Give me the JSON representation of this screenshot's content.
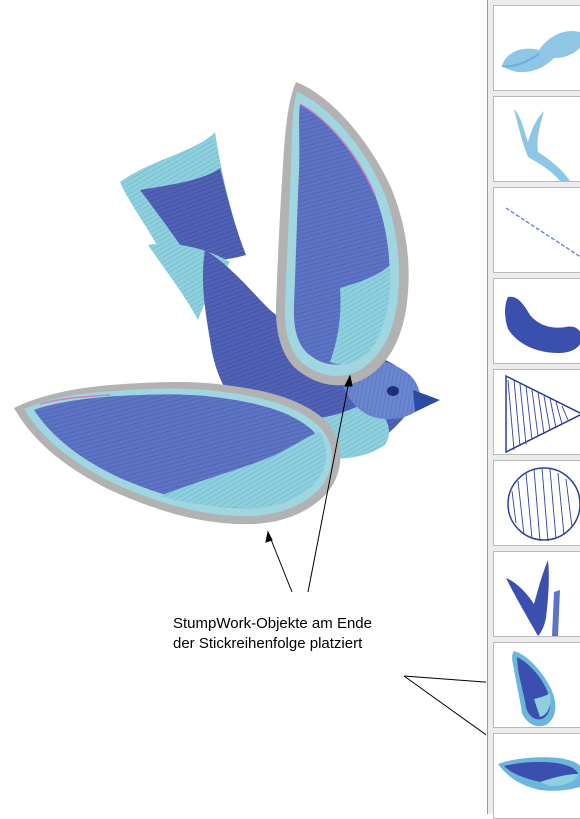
{
  "callout": {
    "line1": "StumpWork-Objekte am Ende",
    "line2": "der Stickreihenfolge platziert"
  },
  "colors": {
    "dark_blue": "#4d5fb4",
    "mid_blue": "#6c8fd6",
    "light_blue": "#8ec6e6",
    "light_teal": "#9fd6e0",
    "outline_grey": "#a6a6a6",
    "pink_edge": "#d07fc0",
    "beak": "#2b4aa6"
  },
  "sequence_panel": {
    "items": [
      {
        "name": "light-blue-body-fill",
        "selected": false
      },
      {
        "name": "light-blue-tail-fork",
        "selected": false
      },
      {
        "name": "thin-run-stitch",
        "selected": false
      },
      {
        "name": "dark-blue-body-fill",
        "selected": false
      },
      {
        "name": "triangle-satin-fill",
        "selected": false
      },
      {
        "name": "circle-satin-fill",
        "selected": false
      },
      {
        "name": "dark-blue-tail",
        "selected": false
      },
      {
        "name": "stumpwork-upper-wing",
        "selected": false
      },
      {
        "name": "stumpwork-lower-wing",
        "selected": false
      }
    ]
  }
}
